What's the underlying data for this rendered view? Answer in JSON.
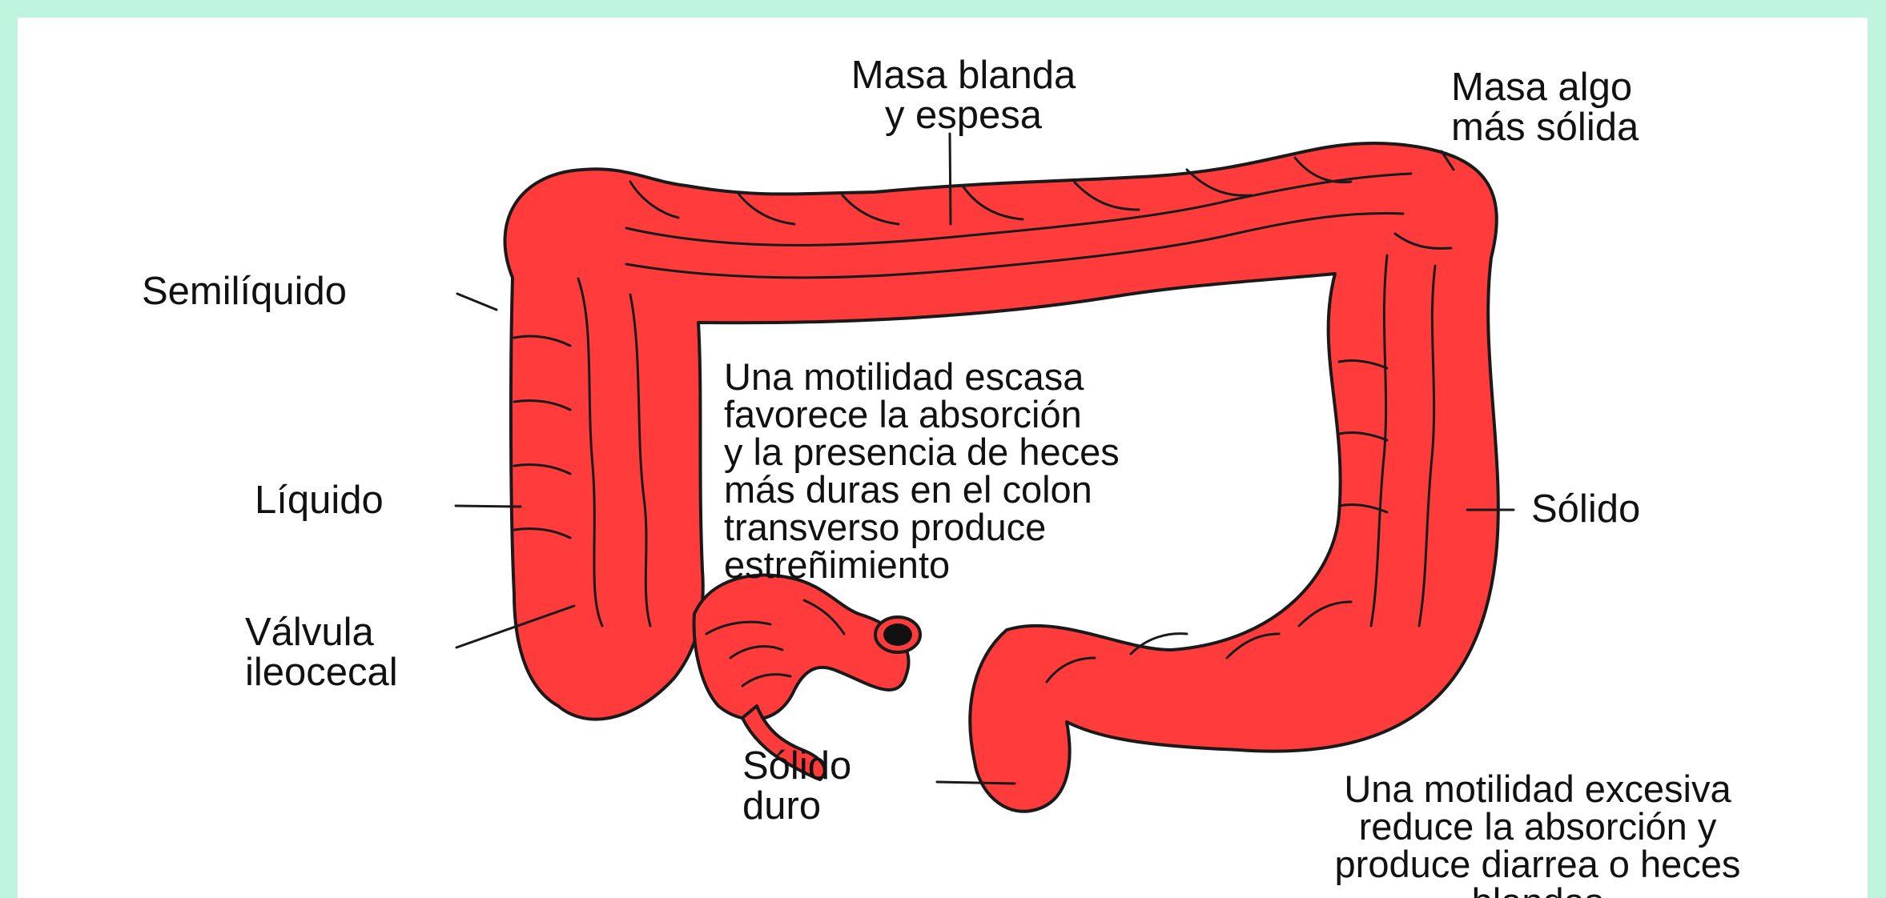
{
  "background_color": "#bff4de",
  "organ_color": "#ff3b3b",
  "outline_color": "#1a1a1a",
  "labels": {
    "top_middle": "Masa blanda\ny espesa",
    "top_right": "Masa algo\nmás sólida",
    "left_upper": "Semilíquido",
    "left_middle": "Líquido",
    "left_lower": "Válvula\nileocecal",
    "center_note": "Una motilidad escasa\nfavorece la absorción\ny la presencia de heces\nmás duras en el colon\ntransverso produce\nestreñimiento",
    "right_middle": "Sólido",
    "bottom_left": "Sólido\nduro",
    "bottom_right_note": "Una motilidad excesiva\nreduce la absorción y\nproduce diarrea o heces\nblandas"
  }
}
